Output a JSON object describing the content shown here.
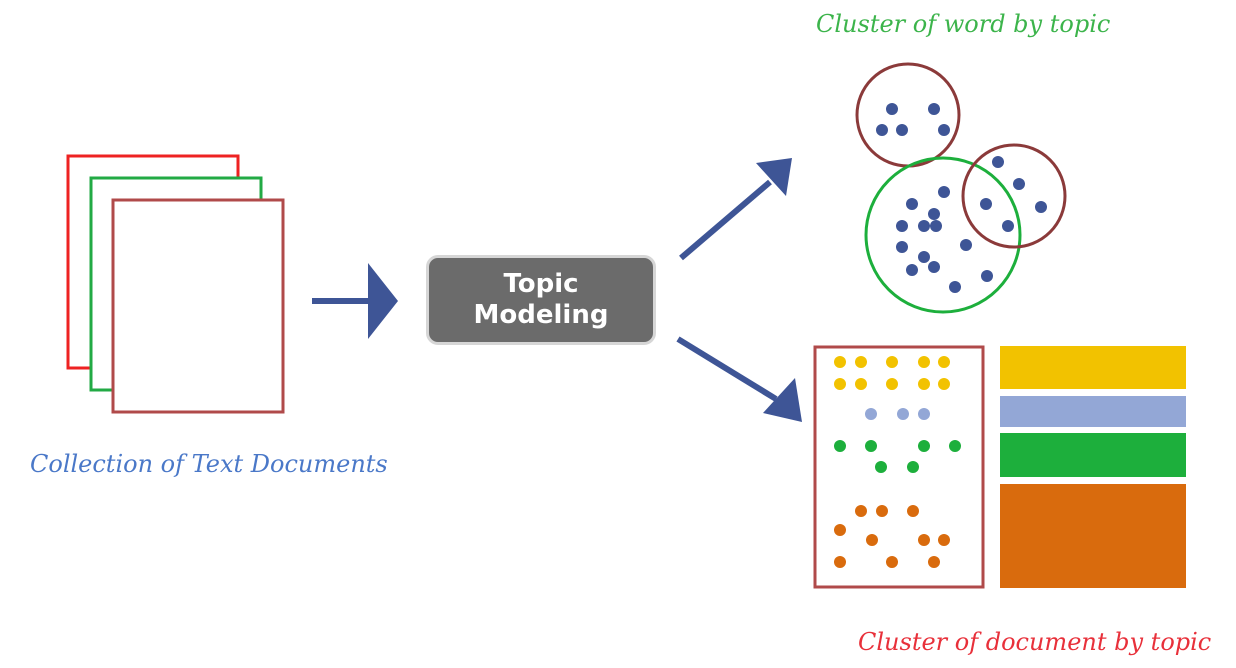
{
  "labels": {
    "word_clusters": "Cluster of word by topic",
    "collection": "Collection of Text Documents",
    "doc_clusters": "Cluster of document by topic",
    "process": "Topic\nModeling"
  },
  "colors": {
    "label_words": "#3cb44b",
    "label_collection": "#4a78c8",
    "label_docs": "#e8303a",
    "arrow": "#3e5596",
    "word_dot": "#3e5596",
    "circle_a": "#8b3a3a",
    "circle_b": "#1daf3c",
    "circle_c": "#8b3a3a",
    "doc_red": "#ee2222",
    "doc_green": "#22aa44",
    "doc_brown": "#b04a4a",
    "doc_box_border": "#b04a4a",
    "topic_yellow": "#f2c200",
    "topic_lightblue": "#93a7d6",
    "topic_green": "#1daf3c",
    "topic_orange": "#d96b0d"
  }
}
